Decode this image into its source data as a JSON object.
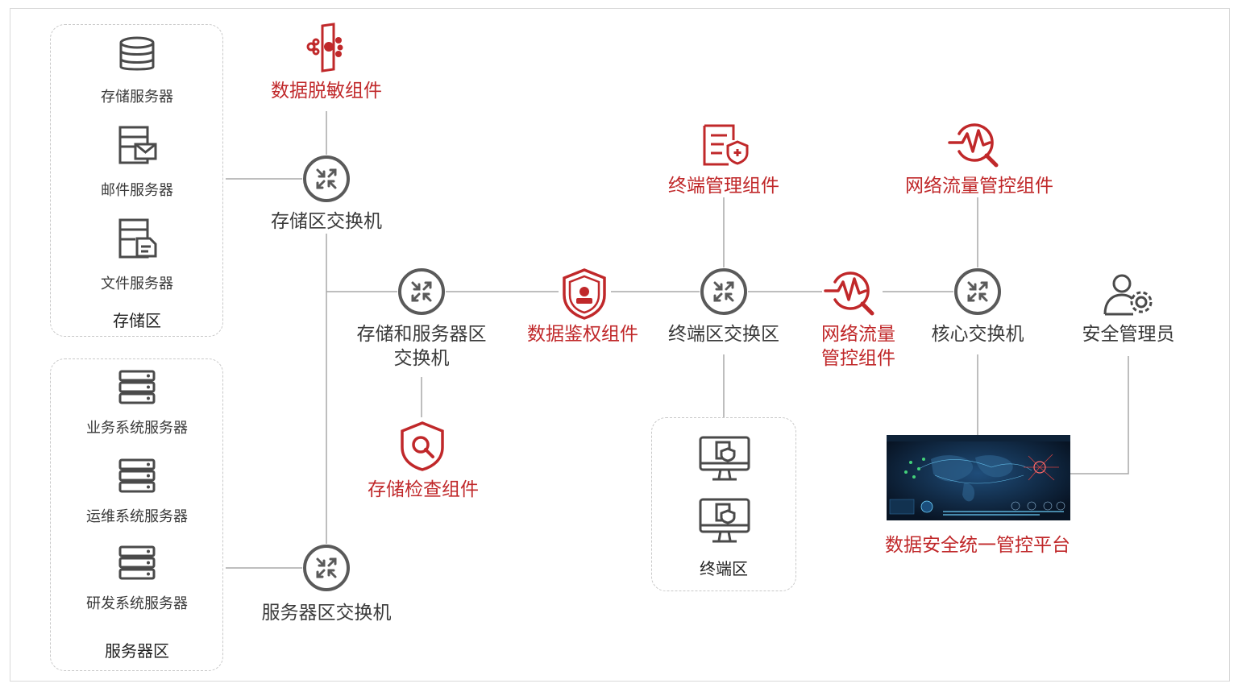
{
  "zones": {
    "storage": {
      "title": "存储区",
      "items": [
        {
          "label": "存储服务器",
          "icon": "database-icon"
        },
        {
          "label": "邮件服务器",
          "icon": "mail-server-icon"
        },
        {
          "label": "文件服务器",
          "icon": "file-server-icon"
        }
      ]
    },
    "server": {
      "title": "服务器区",
      "items": [
        {
          "label": "业务系统服务器",
          "icon": "server-rack-icon"
        },
        {
          "label": "运维系统服务器",
          "icon": "server-rack-icon"
        },
        {
          "label": "研发系统服务器",
          "icon": "server-rack-icon"
        }
      ]
    },
    "terminal": {
      "title": "终端区"
    }
  },
  "switches": {
    "storage_switch": "存储区交换机",
    "storage_server_switch_line1": "存储和服务器区",
    "storage_server_switch_line2": "交换机",
    "terminal_switch": "终端区交换区",
    "core_switch": "核心交换机",
    "server_switch": "服务器区交换机"
  },
  "components": {
    "masking": "数据脱敏组件",
    "auth": "数据鉴权组件",
    "storage_check": "存储检查组件",
    "terminal_mgmt": "终端管理组件",
    "traffic_top": "网络流量管控组件",
    "traffic_mid_line1": "网络流量",
    "traffic_mid_line2": "管控组件",
    "platform": "数据安全统一管控平台"
  },
  "roles": {
    "admin": "安全管理员"
  },
  "colors": {
    "accent_red": "#c0282a",
    "icon_gray": "#4a4a4a",
    "line_gray": "#a8a8a8",
    "dashed_border": "#c8c8c8",
    "screen_bg": "#0b1a2e"
  }
}
